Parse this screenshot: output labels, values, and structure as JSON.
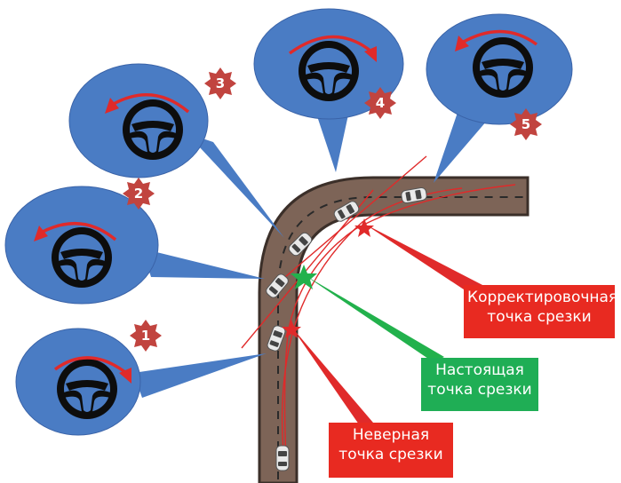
{
  "colors": {
    "bubble": "#4a7cc4",
    "bubble_stroke": "#3a63a8",
    "road": "#7d6457",
    "road_edge": "#3b2f29",
    "star_badge": "#c1443f",
    "arrow_red": "#e02a2a",
    "arrow_green": "#22b14c",
    "box_red": "#e82a21",
    "box_green": "#1fae55"
  },
  "steps": [
    {
      "number": "1",
      "rotation": "right"
    },
    {
      "number": "2",
      "rotation": "left"
    },
    {
      "number": "3",
      "rotation": "left"
    },
    {
      "number": "4",
      "rotation": "right"
    },
    {
      "number": "5",
      "rotation": "left"
    }
  ],
  "labels": {
    "correct_apex": {
      "line1": "Корректировочная",
      "line2": "точка срезки"
    },
    "true_apex": {
      "line1": "Настоящая",
      "line2": "точка срезки"
    },
    "wrong_apex": {
      "line1": "Неверная",
      "line2": "точка срезки"
    }
  }
}
